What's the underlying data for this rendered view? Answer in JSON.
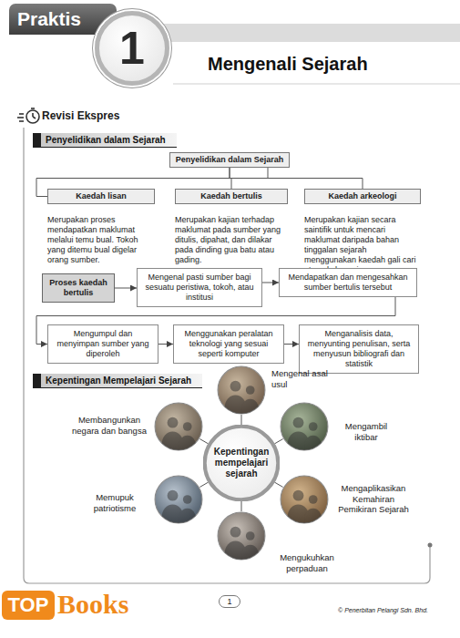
{
  "diagram": {
    "title": "Mengenali Sejarah",
    "nodes": [
      {
        "text": [
          "Praktis"
        ]
      },
      {
        "text": [
          "1"
        ]
      },
      {
        "text": [
          "Penyelidikan dalam Sejarah"
        ]
      },
      {
        "text": [
          "Penyelidikan dalam Sejarah"
        ]
      },
      {
        "text": [
          "Kaedah lisan",
          "Merupakan proses mendapatkan maklumat melalui temu bual. Tokoh yang ditemu bual digelar orang sumber."
        ]
      },
      {
        "text": [
          "Kaedah bertulis",
          "Merupakan kajian terhadap maklumat pada sumber yang ditulis, dipahat, dan dilakar pada dinding gua batu atau gading."
        ]
      },
      {
        "text": [
          "Kaedah arkeologi",
          "Merupakan kajian secara saintifik untuk mencari maklumat daripada bahan tinggalan sejarah menggunakan kaedah gali cari atau ekskavasi."
        ]
      },
      {
        "text": [
          "Proses kaedah bertulis"
        ]
      },
      {
        "text": [
          "Mengenal pasti sumber bagi sesuatu peristiwa, tokoh, atau institusi"
        ]
      },
      {
        "text": [
          "Mendapatkan dan mengesahkan sumber bertulis tersebut"
        ]
      },
      {
        "text": [
          "Mengumpul dan menyimpan sumber yang diperoleh"
        ]
      },
      {
        "text": [
          "Menggunakan peralatan teknologi yang sesuai seperti komputer"
        ]
      },
      {
        "text": [
          "Menganalisis data, menyunting penulisan, serta menyusun bibliografi dan statistik"
        ]
      },
      {
        "text": [
          "Kepentingan Mempelajari Sejarah"
        ]
      },
      {
        "text": [
          "Kepentingan mempelajari sejarah"
        ]
      },
      {
        "text": [
          "Mengenal asal usul"
        ]
      },
      {
        "text": [
          "Mengambil iktibar"
        ]
      },
      {
        "text": [
          "Mengaplikasikan Kemahiran Pemikiran Sejarah"
        ]
      },
      {
        "text": [
          "Mengukuhkan perpaduan"
        ]
      },
      {
        "text": [
          "Memupuk patriotisme"
        ]
      },
      {
        "text": [
          "Membangunkan negara dan bangsa"
        ]
      }
    ],
    "edges": [
      {
        "from": 3,
        "to": 4,
        "arrow": "none"
      },
      {
        "from": 3,
        "to": 5,
        "arrow": "none"
      },
      {
        "from": 3,
        "to": 6,
        "arrow": "none"
      },
      {
        "from": 7,
        "to": 8,
        "arrow": "to"
      },
      {
        "from": 8,
        "to": 9,
        "arrow": "to"
      },
      {
        "from": 9,
        "to": 10,
        "arrow": "to"
      },
      {
        "from": 10,
        "to": 11,
        "arrow": "to"
      },
      {
        "from": 11,
        "to": 12,
        "arrow": "to"
      },
      {
        "from": 14,
        "to": 15,
        "arrow": "none"
      },
      {
        "from": 14,
        "to": 16,
        "arrow": "none"
      },
      {
        "from": 14,
        "to": 17,
        "arrow": "none"
      },
      {
        "from": 14,
        "to": 18,
        "arrow": "none"
      },
      {
        "from": 14,
        "to": 19,
        "arrow": "none"
      },
      {
        "from": 14,
        "to": 20,
        "arrow": "none"
      }
    ],
    "labels": [
      "Revisi Ekspres",
      "1",
      "© Penerbitan Pelangi Sdn. Bhd.",
      "TOP",
      "Books"
    ]
  }
}
